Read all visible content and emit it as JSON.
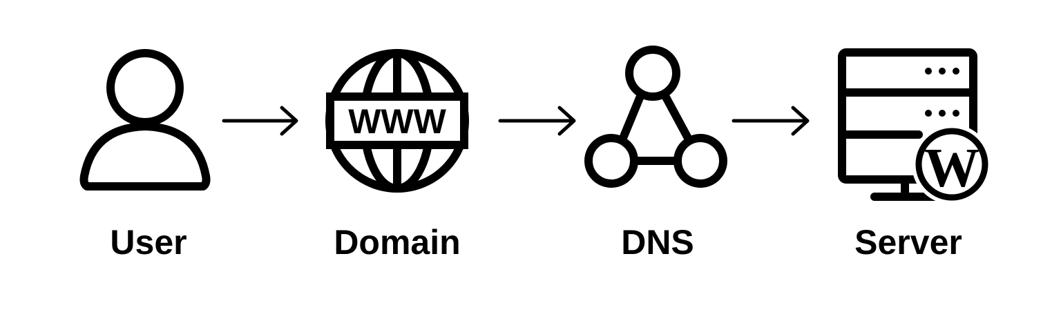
{
  "nodes": [
    {
      "label": "User",
      "icon": "user-icon"
    },
    {
      "label": "Domain",
      "icon": "globe-www-icon",
      "icon_text": "WWW"
    },
    {
      "label": "DNS",
      "icon": "network-nodes-icon"
    },
    {
      "label": "Server",
      "icon": "server-wordpress-icon",
      "badge_text": "W"
    }
  ],
  "colors": {
    "stroke": "#000000",
    "background": "#ffffff"
  }
}
